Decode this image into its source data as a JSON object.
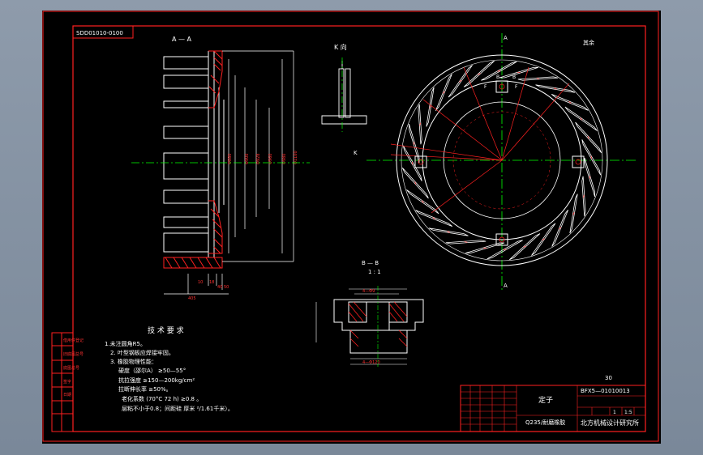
{
  "drawing_code_box": "SDD01010-0100",
  "section_aa_label": "A — A",
  "view_k_label": "K 向",
  "remark_label": "其余",
  "section_bb_label": "B — B",
  "section_bb_scale": "1 : 1",
  "cut_marks": {
    "a_top": "A",
    "a_bottom": "A",
    "k": "K",
    "b1": "B",
    "b2": "B",
    "f1": "F",
    "f2": "F"
  },
  "tech_req": {
    "title": "技 术 要 求",
    "lines": [
      "1.未注圆角R5。",
      "2. 叶型钢板应焊接牢固。",
      "3. 橡胶物理性能：",
      "硬度（邵尔A）    ≥50—55°",
      "抗拉强度        ≥150—200kg/cm²",
      "拉断伸长率      ≥50%。",
      "老化系数   (70°C 72 h)    ≥0.8 。",
      "层粘不小于0.8；间距硅   厚米 ²/1.61千米）。"
    ]
  },
  "sheet_number": "30",
  "title_block": {
    "part_name": "定子",
    "drawing_number": "BFX5—01010013",
    "material": "Q235/耐磨橡胶",
    "organization": "北方机械设计研究所",
    "scale": "1:5",
    "sheet": "1"
  },
  "left_strip_labels": [
    "借用件登记",
    "旧底图总号",
    "底图总号",
    "签字",
    "日期"
  ],
  "dimensions": {
    "sec_a": [
      "10",
      "18",
      "40",
      "50",
      "405"
    ],
    "bb": [
      "4—Φ9",
      "4—Φ120"
    ]
  }
}
